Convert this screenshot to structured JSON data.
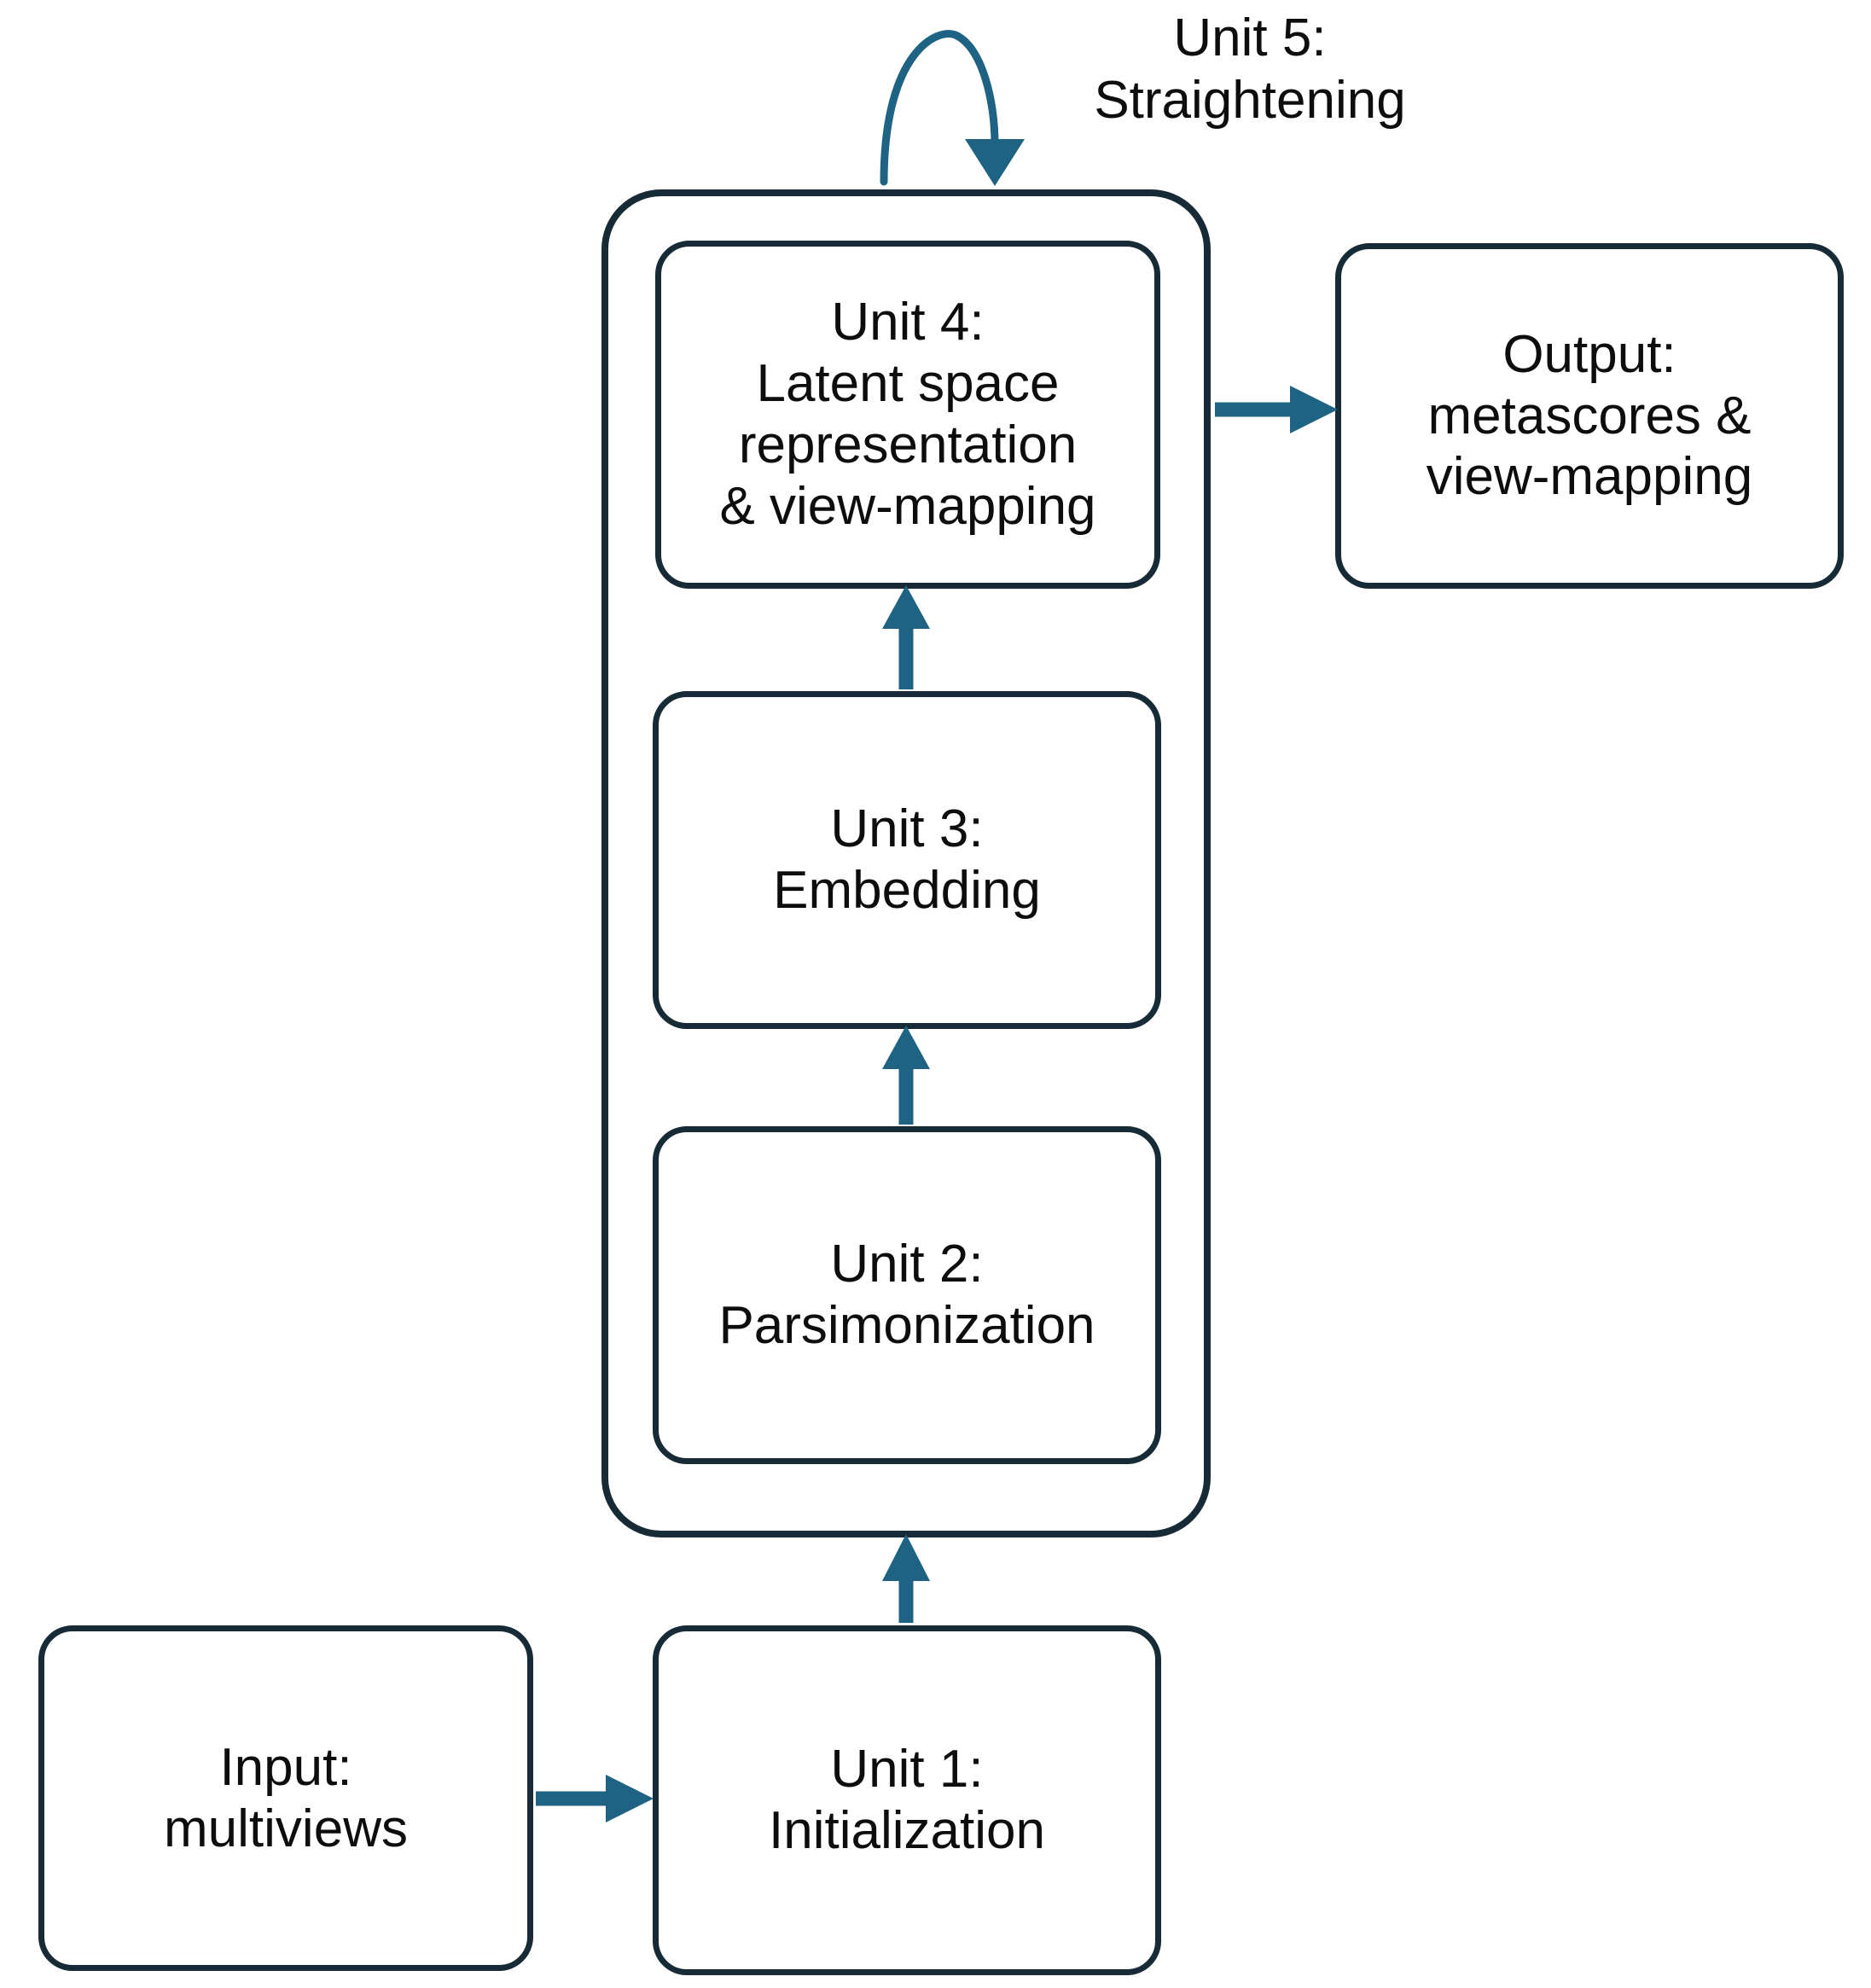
{
  "diagram": {
    "title": "Multiview pipeline flowchart",
    "colors": {
      "box_border": "#172b36",
      "arrow": "#1f6384",
      "text": "#0d0d0d",
      "background": "#ffffff"
    },
    "nodes": {
      "input": {
        "id": "input",
        "label": "Input:\nmultiviews",
        "shape": "rounded-rect"
      },
      "unit1": {
        "id": "unit1",
        "label": "Unit 1:\nInitialization",
        "shape": "rounded-rect"
      },
      "unit2": {
        "id": "unit2",
        "label": "Unit 2:\nParsimonization",
        "shape": "rounded-rect"
      },
      "unit3": {
        "id": "unit3",
        "label": "Unit 3:\nEmbedding",
        "shape": "rounded-rect"
      },
      "unit4": {
        "id": "unit4",
        "label": "Unit 4:\nLatent space\nrepresentation\n& view-mapping",
        "shape": "rounded-rect"
      },
      "unit5": {
        "id": "unit5",
        "label": "Unit 5:\nStraightening",
        "shape": "caption-for-loop-arrow"
      },
      "output": {
        "id": "output",
        "label": "Output:\nmetascores &\nview-mapping",
        "shape": "rounded-rect"
      },
      "container": {
        "id": "container",
        "label": "",
        "shape": "rounded-rect-group"
      }
    },
    "edges": [
      {
        "id": "input-to-unit1",
        "from": "input",
        "to": "unit1",
        "kind": "straight-arrow",
        "direction": "right"
      },
      {
        "id": "unit1-to-container",
        "from": "unit1",
        "to": "container",
        "kind": "straight-arrow",
        "direction": "up"
      },
      {
        "id": "unit2-to-unit3",
        "from": "unit2",
        "to": "unit3",
        "kind": "straight-arrow",
        "direction": "up"
      },
      {
        "id": "unit3-to-unit4",
        "from": "unit3",
        "to": "unit4",
        "kind": "straight-arrow",
        "direction": "up"
      },
      {
        "id": "container-to-output",
        "from": "container",
        "to": "output",
        "kind": "straight-arrow",
        "direction": "right"
      },
      {
        "id": "straightening-loop",
        "from": "container",
        "to": "container",
        "kind": "curved-loop-arrow",
        "direction": "down"
      }
    ]
  }
}
